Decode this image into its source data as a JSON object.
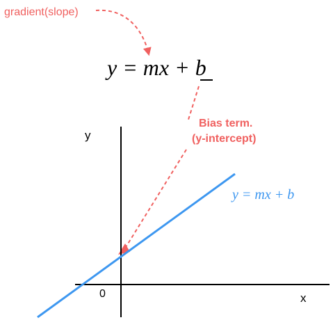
{
  "annotations": {
    "slope_label": "gradient(slope)",
    "bias_line1": "Bias term.",
    "bias_line2": "(y-intercept)"
  },
  "equation": {
    "main": "y = mx + b",
    "line_label": "y = mx + b"
  },
  "axes": {
    "x_label": "x",
    "y_label": "y",
    "origin_label": "0"
  },
  "colors": {
    "annotation": "#f0605f",
    "line": "#3d97f0",
    "axes": "#000000"
  }
}
